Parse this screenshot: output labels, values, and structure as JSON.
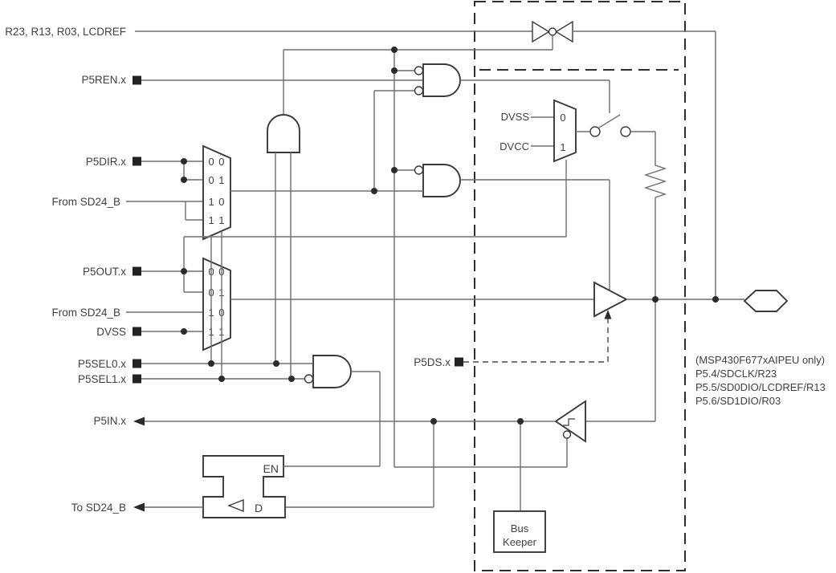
{
  "diagram": {
    "left_labels": {
      "r23": "R23, R13, R03, LCDREF",
      "p5ren": "P5REN.x",
      "p5dir": "P5DIR.x",
      "from_sd24_a": "From SD24_B",
      "p5out": "P5OUT.x",
      "from_sd24_b": "From SD24_B",
      "dvss": "DVSS",
      "p5sel0": "P5SEL0.x",
      "p5sel1": "P5SEL1.x",
      "p5in": "P5IN.x",
      "to_sd24": "To SD24_B",
      "p5ds": "P5DS.x"
    },
    "mux_labels": {
      "m00": "0 0",
      "m01": "0 1",
      "m10": "1 0",
      "m11": "1 1"
    },
    "pull_mux": {
      "dvss": "DVSS",
      "dvcc": "DVCC",
      "b0": "0",
      "b1": "1"
    },
    "latch": {
      "en": "EN",
      "d": "D"
    },
    "bus_keeper": {
      "line1": "Bus",
      "line2": "Keeper"
    },
    "pin_note": {
      "line1": "(MSP430F677xAIPEU only)",
      "line2": "P5.4/SDCLK/R23",
      "line3": "P5.5/SD0DIO/LCDREF/R13",
      "line4": "P5.6/SD1DIO/R03"
    },
    "colors": {
      "wire": "#6f6f6f",
      "shape": "#3a3a3a",
      "text": "#3f3f3f"
    }
  }
}
